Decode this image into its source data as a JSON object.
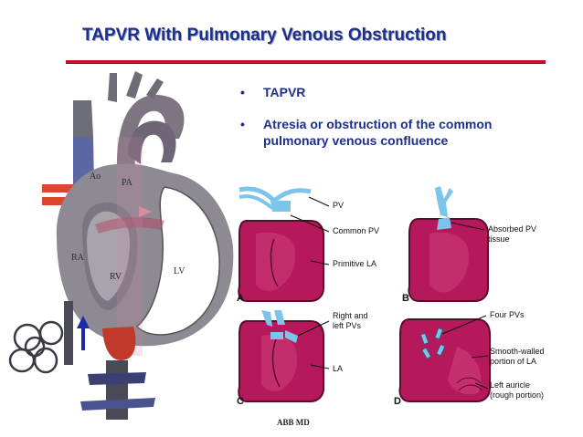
{
  "slide": {
    "title": "TAPVR With Pulmonary Venous Obstruction",
    "bullets": [
      "TAPVR",
      "Atresia or obstruction of the common pulmonary venous confluence"
    ],
    "credit": "ABB MD"
  },
  "heart": {
    "labels": {
      "ao": "Ao",
      "pa": "PA",
      "ra": "RA",
      "rv": "RV",
      "lv": "LV"
    }
  },
  "panels": {
    "a": {
      "letter": "A",
      "labels": [
        "PV",
        "Common PV",
        "Primitive LA"
      ]
    },
    "b": {
      "letter": "B",
      "labels": [
        "Absorbed PV",
        "tissue"
      ]
    },
    "c": {
      "letter": "C",
      "labels": [
        "Right and",
        "left PVs",
        "LA"
      ]
    },
    "d": {
      "letter": "D",
      "labels": [
        "Four PVs",
        "Smooth-walled",
        "portion of LA",
        "Left auricle",
        "(rough portion)"
      ]
    }
  },
  "colors": {
    "title": "#1c2f8c",
    "rule": "#c3122e",
    "atrium": "#b5195b",
    "vein": "#7cc4ea"
  }
}
